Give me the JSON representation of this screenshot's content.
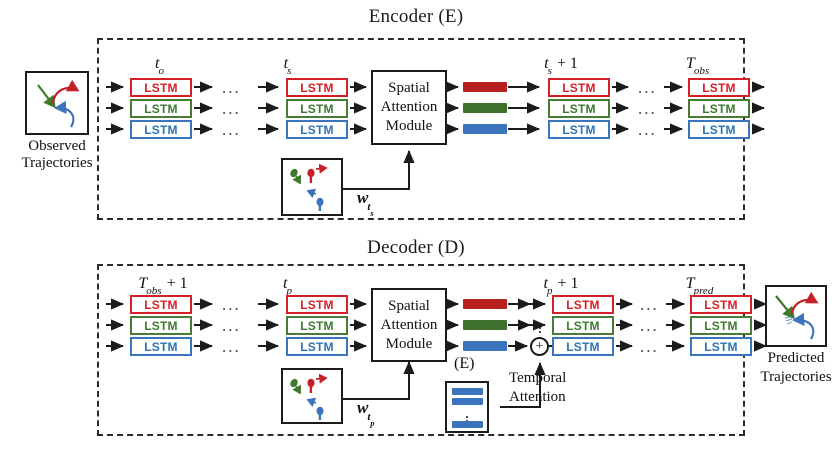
{
  "figure": {
    "type": "architecture-diagram",
    "title_encoder": "Encoder (E)",
    "title_decoder": "Decoder (D)"
  },
  "colors": {
    "red": "#d42027",
    "green": "#3c7a2f",
    "blue": "#2e74b5",
    "bar_red": "#b81f1f",
    "bar_green": "#3f6f2c",
    "bar_blue": "#3b74bd",
    "outline": "#1b1b1b"
  },
  "encoder": {
    "title": "Encoder (E)",
    "input_panel": {
      "caption_line1": "Observed",
      "caption_line2": "Trajectories"
    },
    "timesteps": [
      {
        "id": "t_o",
        "base": "t",
        "sub": "o",
        "suffix": ""
      },
      {
        "id": "t_s",
        "base": "t",
        "sub": "s",
        "suffix": ""
      },
      {
        "id": "t_s_plus_1",
        "base": "t",
        "sub": "s",
        "suffix": " + 1"
      },
      {
        "id": "T_obs",
        "base": "T",
        "sub": "obs",
        "suffix": ""
      }
    ],
    "cells": [
      {
        "label": "LSTM",
        "color": "red"
      },
      {
        "label": "LSTM",
        "color": "green"
      },
      {
        "label": "LSTM",
        "color": "blue"
      }
    ],
    "ellipsis": "...",
    "module": {
      "line1": "Spatial",
      "line2": "Attention",
      "line3": "Module"
    },
    "weight_label": {
      "base": "w",
      "sub": "t",
      "subsub": "s"
    },
    "scene_panel_name": "encoder-scene-panel"
  },
  "decoder": {
    "title": "Decoder (D)",
    "timesteps": [
      {
        "id": "T_obs_plus_1",
        "base": "T",
        "sub": "obs",
        "suffix": " + 1"
      },
      {
        "id": "t_p",
        "base": "t",
        "sub": "p",
        "suffix": ""
      },
      {
        "id": "t_p_plus_1",
        "base": "t",
        "sub": "p",
        "suffix": " + 1"
      },
      {
        "id": "T_pred",
        "base": "T",
        "sub": "pred",
        "suffix": ""
      }
    ],
    "cells": [
      {
        "label": "LSTM",
        "color": "red"
      },
      {
        "label": "LSTM",
        "color": "green"
      },
      {
        "label": "LSTM",
        "color": "blue"
      }
    ],
    "ellipsis": "...",
    "module": {
      "line1": "Spatial",
      "line2": "Attention",
      "line3": "Module"
    },
    "weight_label": {
      "base": "w",
      "sub": "t",
      "subsub": "p"
    },
    "encoder_ref_label": "(E)",
    "temporal_attention_line1": "Temporal",
    "temporal_attention_line2": "Attention",
    "sum_symbol": "+",
    "output_panel": {
      "caption_line1": "Predicted",
      "caption_line2": "Trajectories"
    },
    "scene_panel_name": "decoder-scene-panel"
  }
}
